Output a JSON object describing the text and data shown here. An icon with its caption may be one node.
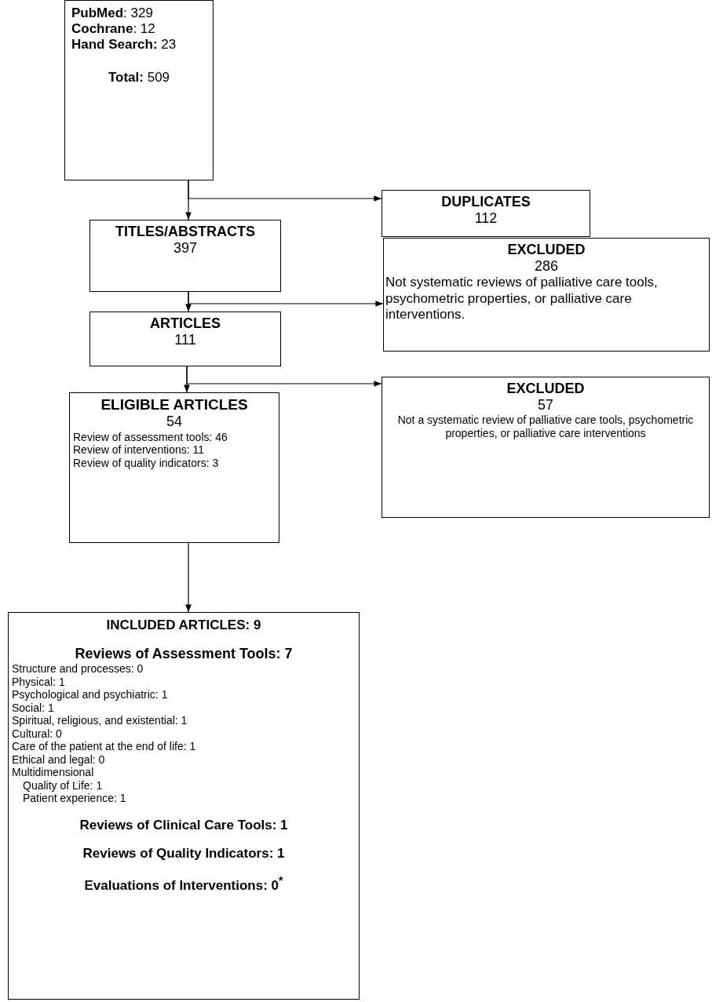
{
  "diagram": {
    "nodes": [
      {
        "text": [
          "**PubMed**: 329",
          "**Cochrane**: 12",
          "**Hand Search:** 23",
          "**Total:** 509"
        ]
      },
      {
        "text": [
          "DUPLICATES",
          "112"
        ]
      },
      {
        "text": [
          "TITLES/ABSTRACTS",
          "397"
        ]
      },
      {
        "text": [
          "EXCLUDED",
          "286",
          "Not systematic reviews of palliative care tools, psychometric properties, or palliative care interventions."
        ]
      },
      {
        "text": [
          "ARTICLES",
          "111"
        ]
      },
      {
        "text": [
          "EXCLUDED",
          "57",
          "Not a systematic review of palliative care tools, psychometric properties, or palliative care interventions"
        ]
      },
      {
        "text": [
          "ELIGIBLE ARTICLES",
          "54",
          "Review of assessment tools: 46",
          "Review of interventions: 11",
          "Review of quality indicators: 3"
        ]
      },
      {
        "text": [
          "INCLUDED ARTICLES: 9",
          "Reviews of Assessment Tools: 7",
          "Structure and processes: 0",
          "Physical: 1",
          "Psychological and psychiatric: 1",
          "Social: 1",
          "Spiritual, religious, and existential: 1",
          "Cultural: 0",
          "Care of the patient at the end of life: 1",
          "Ethical and legal: 0",
          "Multidimensional",
          "Quality of Life: 1",
          "Patient experience: 1",
          "Reviews of Clinical Care Tools: 1",
          "Reviews of Quality Indicators: 1",
          "Evaluations of Interventions: 0$^{*}$"
        ]
      }
    ],
    "edges": [
      {
        "from": 0,
        "to": 2,
        "arrow": "to"
      },
      {
        "from": 0,
        "to": 1,
        "arrow": "to"
      },
      {
        "from": 2,
        "to": 4,
        "arrow": "to"
      },
      {
        "from": 2,
        "to": 3,
        "arrow": "to"
      },
      {
        "from": 4,
        "to": 6,
        "arrow": "to"
      },
      {
        "from": 4,
        "to": 5,
        "arrow": "to"
      },
      {
        "from": 6,
        "to": 7,
        "arrow": "to"
      }
    ]
  }
}
